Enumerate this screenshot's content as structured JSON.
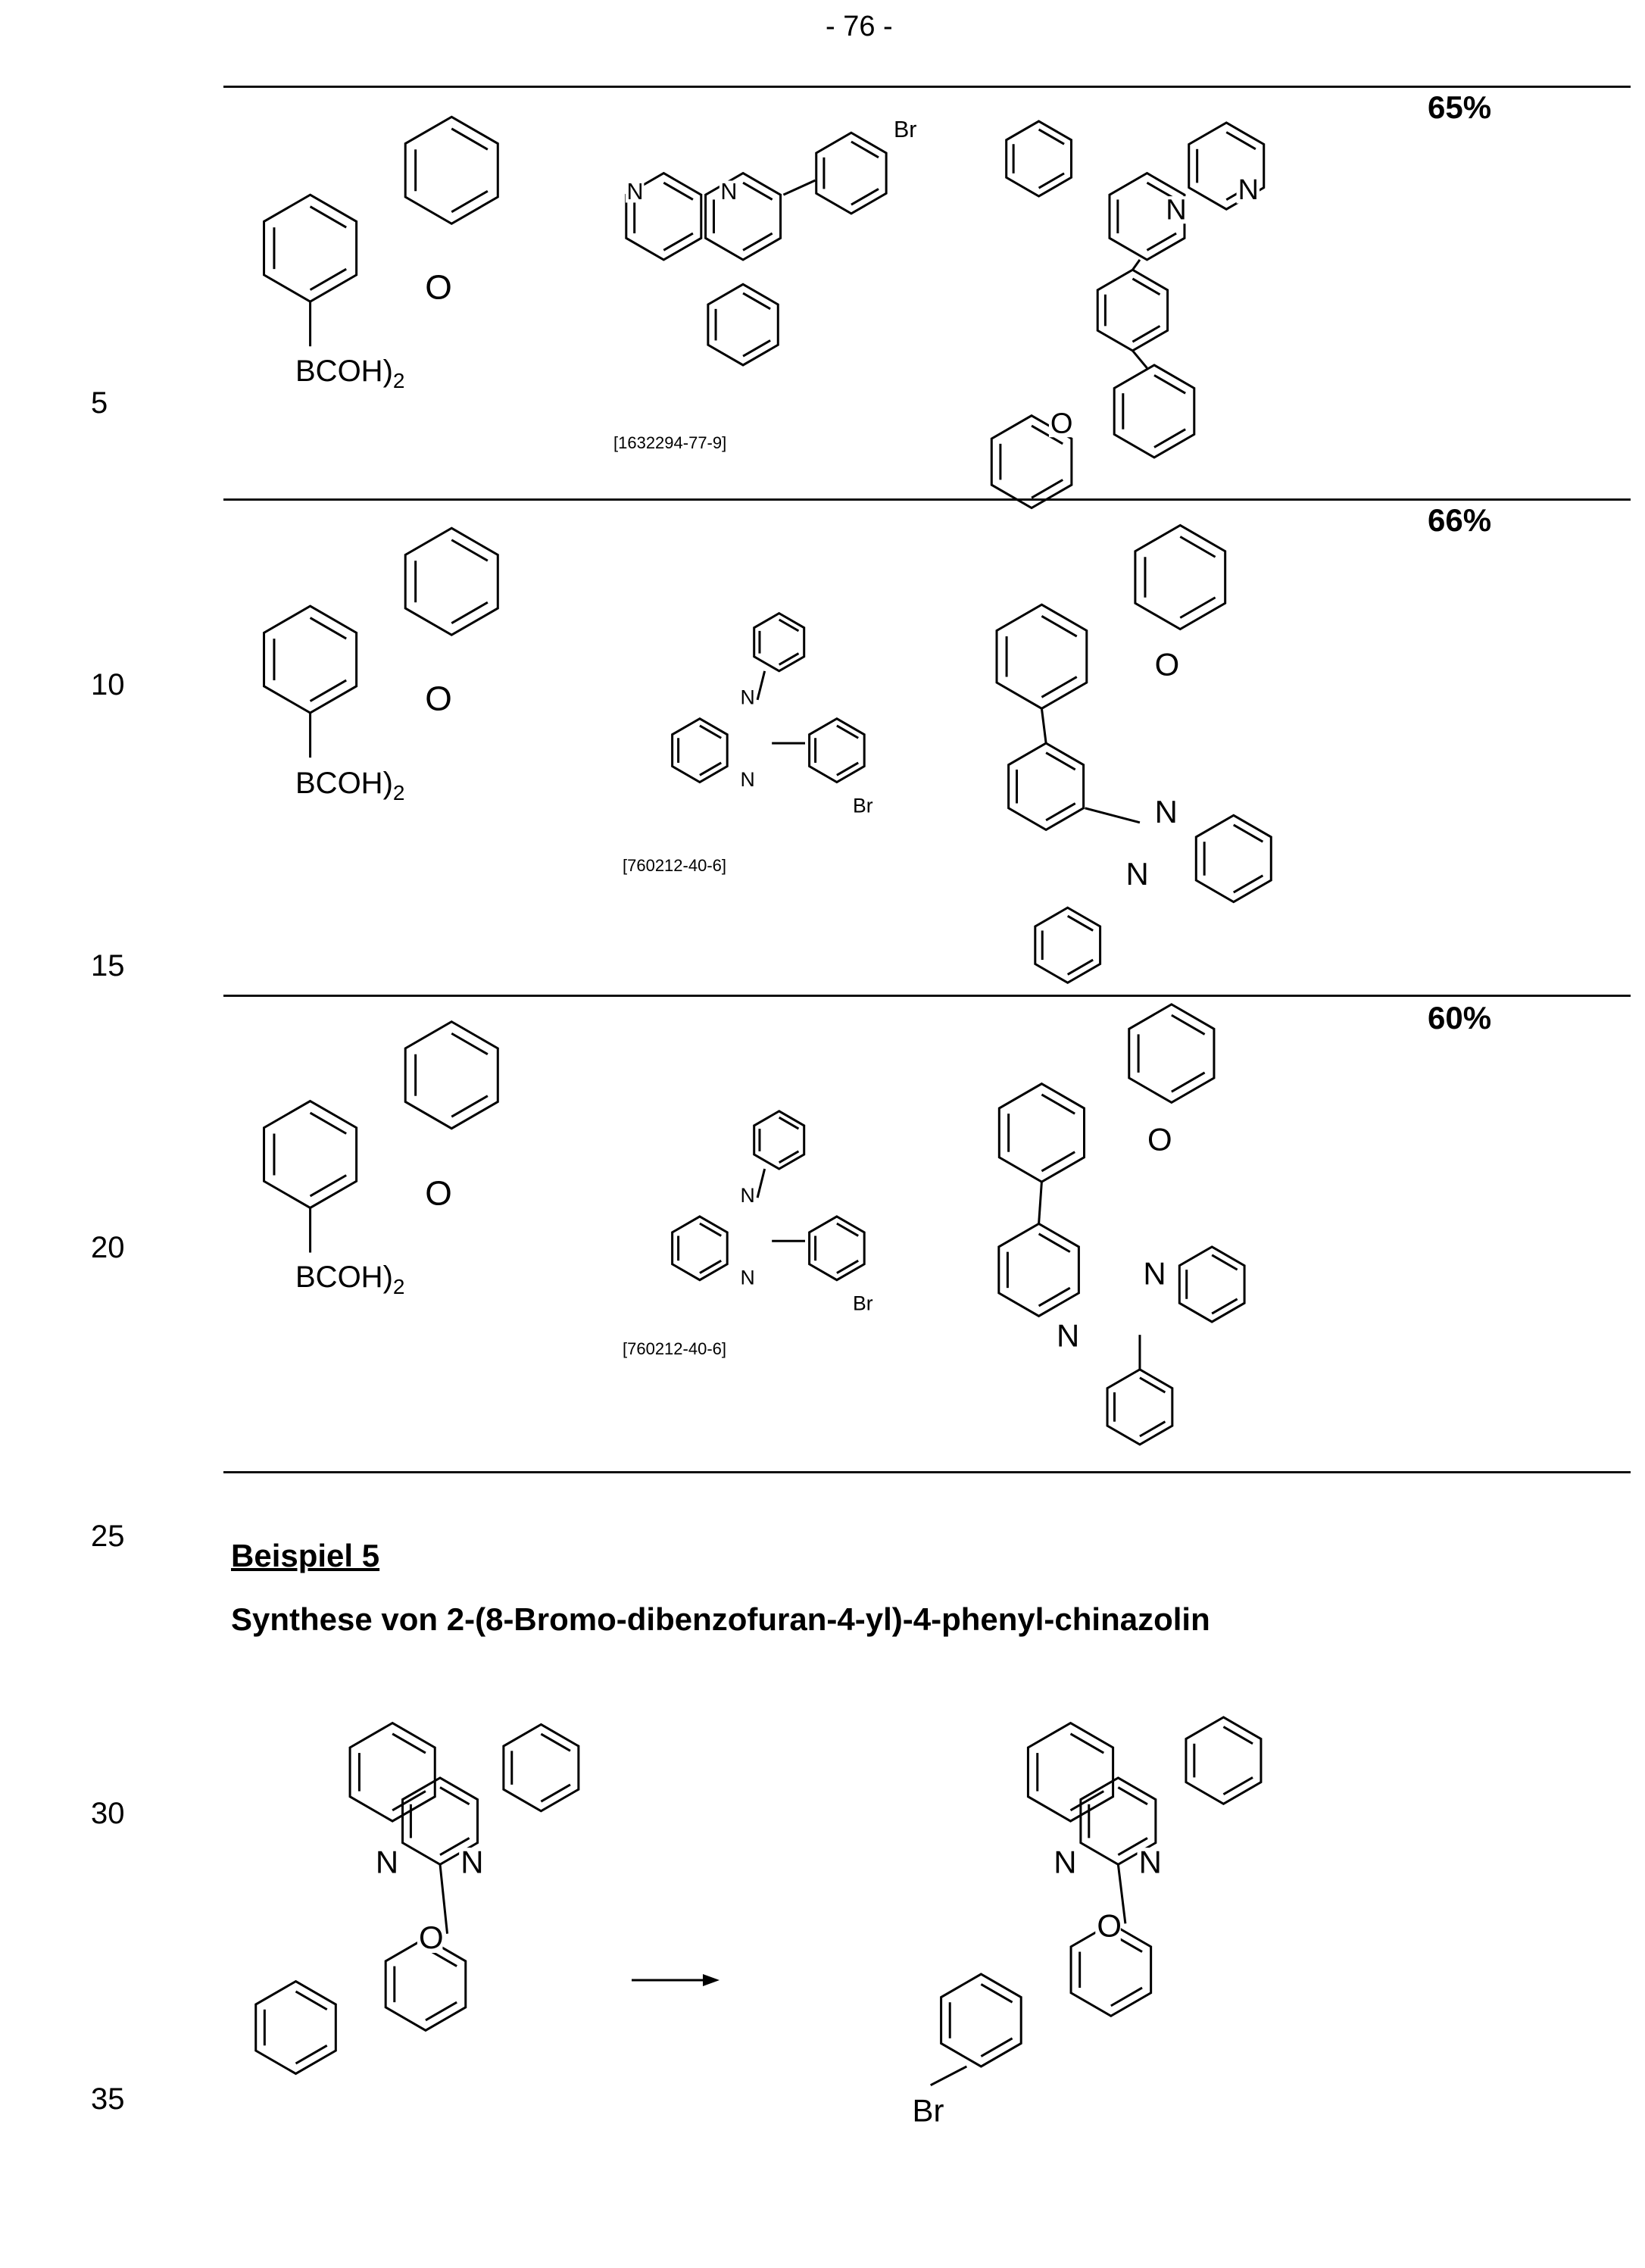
{
  "page_number": "- 76 -",
  "line_numbers": [
    "5",
    "10",
    "15",
    "20",
    "25",
    "30",
    "35"
  ],
  "table": {
    "rows": [
      {
        "reagent1": "BCOH)",
        "reagent1_sub": "2",
        "cas": "[1632294-77-9]",
        "yield": "65%"
      },
      {
        "reagent1": "BCOH)",
        "reagent1_sub": "2",
        "cas": "[760212-40-6]",
        "yield": "66%"
      },
      {
        "reagent1": "BCOH)",
        "reagent1_sub": "2",
        "cas": "[760212-40-6]",
        "yield": "60%"
      }
    ]
  },
  "example": {
    "label": "Beispiel 5",
    "title": "Synthese von 2-(8-Bromo-dibenzofuran-4-yl)-4-phenyl-chinazolin"
  },
  "molecules": [
    {
      "labels": [
        "O"
      ]
    },
    {
      "labels": [
        "N",
        "N",
        "Br"
      ]
    },
    {
      "labels": [
        "N",
        "N",
        "O"
      ]
    },
    {
      "labels": [
        "O"
      ]
    },
    {
      "labels": [
        "N",
        "N",
        "Br"
      ]
    },
    {
      "labels": [
        "O",
        "N",
        "N"
      ]
    },
    {
      "labels": [
        "O"
      ]
    },
    {
      "labels": [
        "N",
        "N",
        "Br"
      ]
    },
    {
      "labels": [
        "O",
        "N",
        "N"
      ]
    },
    {
      "labels": [
        "N",
        "N",
        "O"
      ]
    },
    {
      "labels": [
        "N",
        "N",
        "O",
        "Br"
      ]
    }
  ]
}
